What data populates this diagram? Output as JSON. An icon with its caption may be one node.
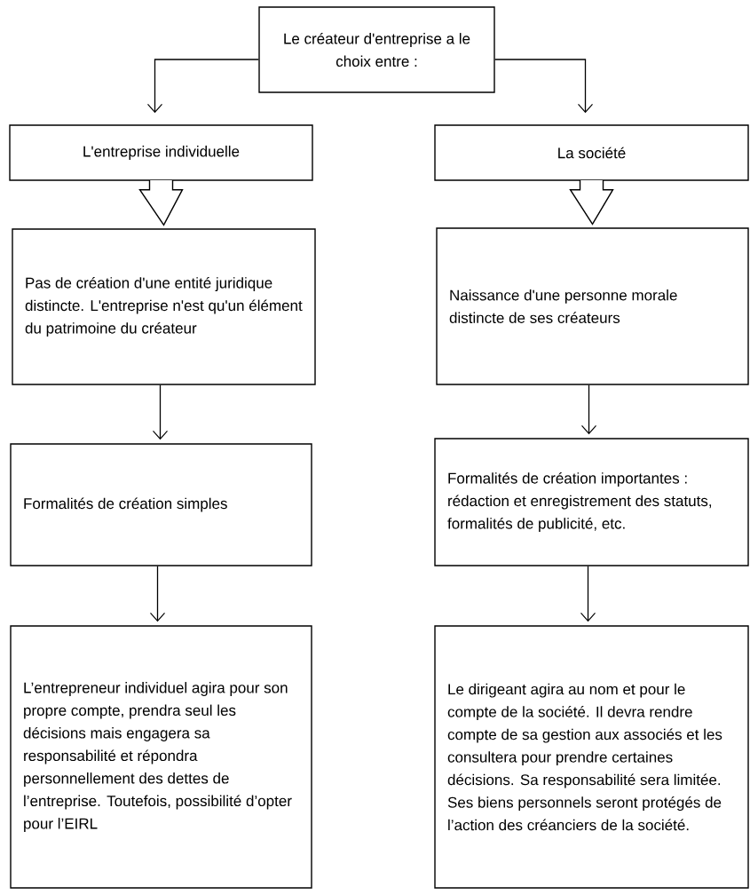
{
  "diagram": {
    "nodes": [
      {
        "text": [
          "Le créateur d'entreprise a le choix entre :"
        ]
      },
      {
        "text": [
          "L'entreprise individuelle"
        ]
      },
      {
        "text": [
          "La société"
        ]
      },
      {
        "text": [
          "Pas de création d'une entité juridique distincte. L'entreprise n'est qu'un élément du patrimoine du créateur"
        ]
      },
      {
        "text": [
          "Naissance d'une personne morale distincte de ses créateurs"
        ]
      },
      {
        "text": [
          "Formalités de création simples"
        ]
      },
      {
        "text": [
          "Formalités de création importantes : rédaction et enregistrement des statuts, formalités de publicité, etc."
        ]
      },
      {
        "text": [
          "L’entrepreneur individuel agira pour son propre compte, prendra seul les décisions mais engagera sa responsabilité et répondra personnellement des dettes de l’entreprise. Toutefois, possibilité d’opter pour l’EIRL"
        ]
      },
      {
        "text": [
          "Le dirigeant agira au nom et pour le compte de la société. Il devra rendre compte de sa gestion aux associés et les consultera pour prendre certaines décisions. Sa responsabilité sera limitée. Ses biens personnels seront protégés de l’action des créanciers de la société."
        ]
      }
    ],
    "edges": [
      {
        "from": 0,
        "to": 1,
        "arrow": "to"
      },
      {
        "from": 0,
        "to": 2,
        "arrow": "to"
      },
      {
        "from": 1,
        "to": 3,
        "arrow": "to",
        "style": "thick"
      },
      {
        "from": 2,
        "to": 4,
        "arrow": "to",
        "style": "thick"
      },
      {
        "from": 3,
        "to": 5,
        "arrow": "to"
      },
      {
        "from": 4,
        "to": 6,
        "arrow": "to"
      },
      {
        "from": 5,
        "to": 7,
        "arrow": "to"
      },
      {
        "from": 6,
        "to": 8,
        "arrow": "to"
      }
    ]
  }
}
